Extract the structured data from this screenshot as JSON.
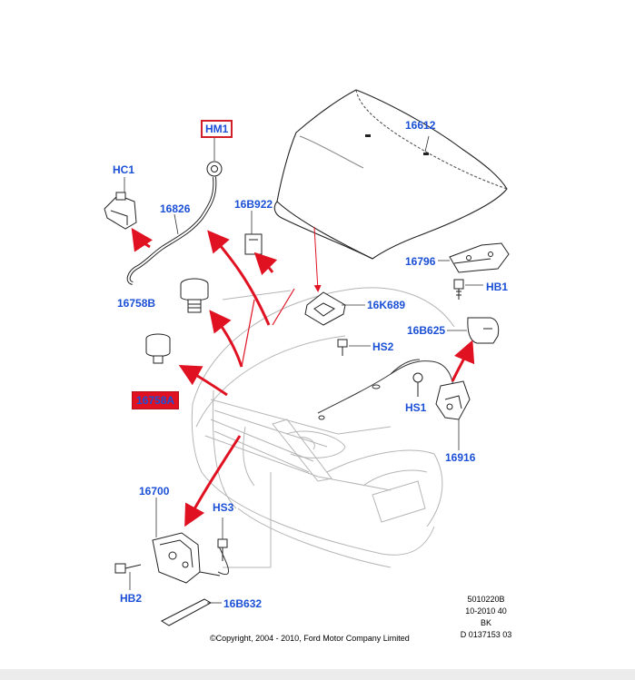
{
  "diagram": {
    "parts": {
      "hm1": "HM1",
      "hc1": "HC1",
      "p16826": "16826",
      "p16b922": "16B922",
      "p16612": "16612",
      "p16796": "16796",
      "hb1": "HB1",
      "p16758b": "16758B",
      "p16k689": "16K689",
      "hs2": "HS2",
      "p16b625": "16B625",
      "p16758a": "16758A",
      "hs1": "HS1",
      "p16916": "16916",
      "p16700": "16700",
      "hs3": "HS3",
      "hb2": "HB2",
      "p16b632": "16B632"
    },
    "meta_lines": [
      "5010220B",
      "10-2010 40",
      "BK",
      "D 0137153 03"
    ],
    "copyright": "©Copyright, 2004 - 2010, Ford Motor Company Limited"
  },
  "colors": {
    "label": "#1a4fd6",
    "arrow": "#e01222",
    "highlight_box": "#d2202a"
  }
}
